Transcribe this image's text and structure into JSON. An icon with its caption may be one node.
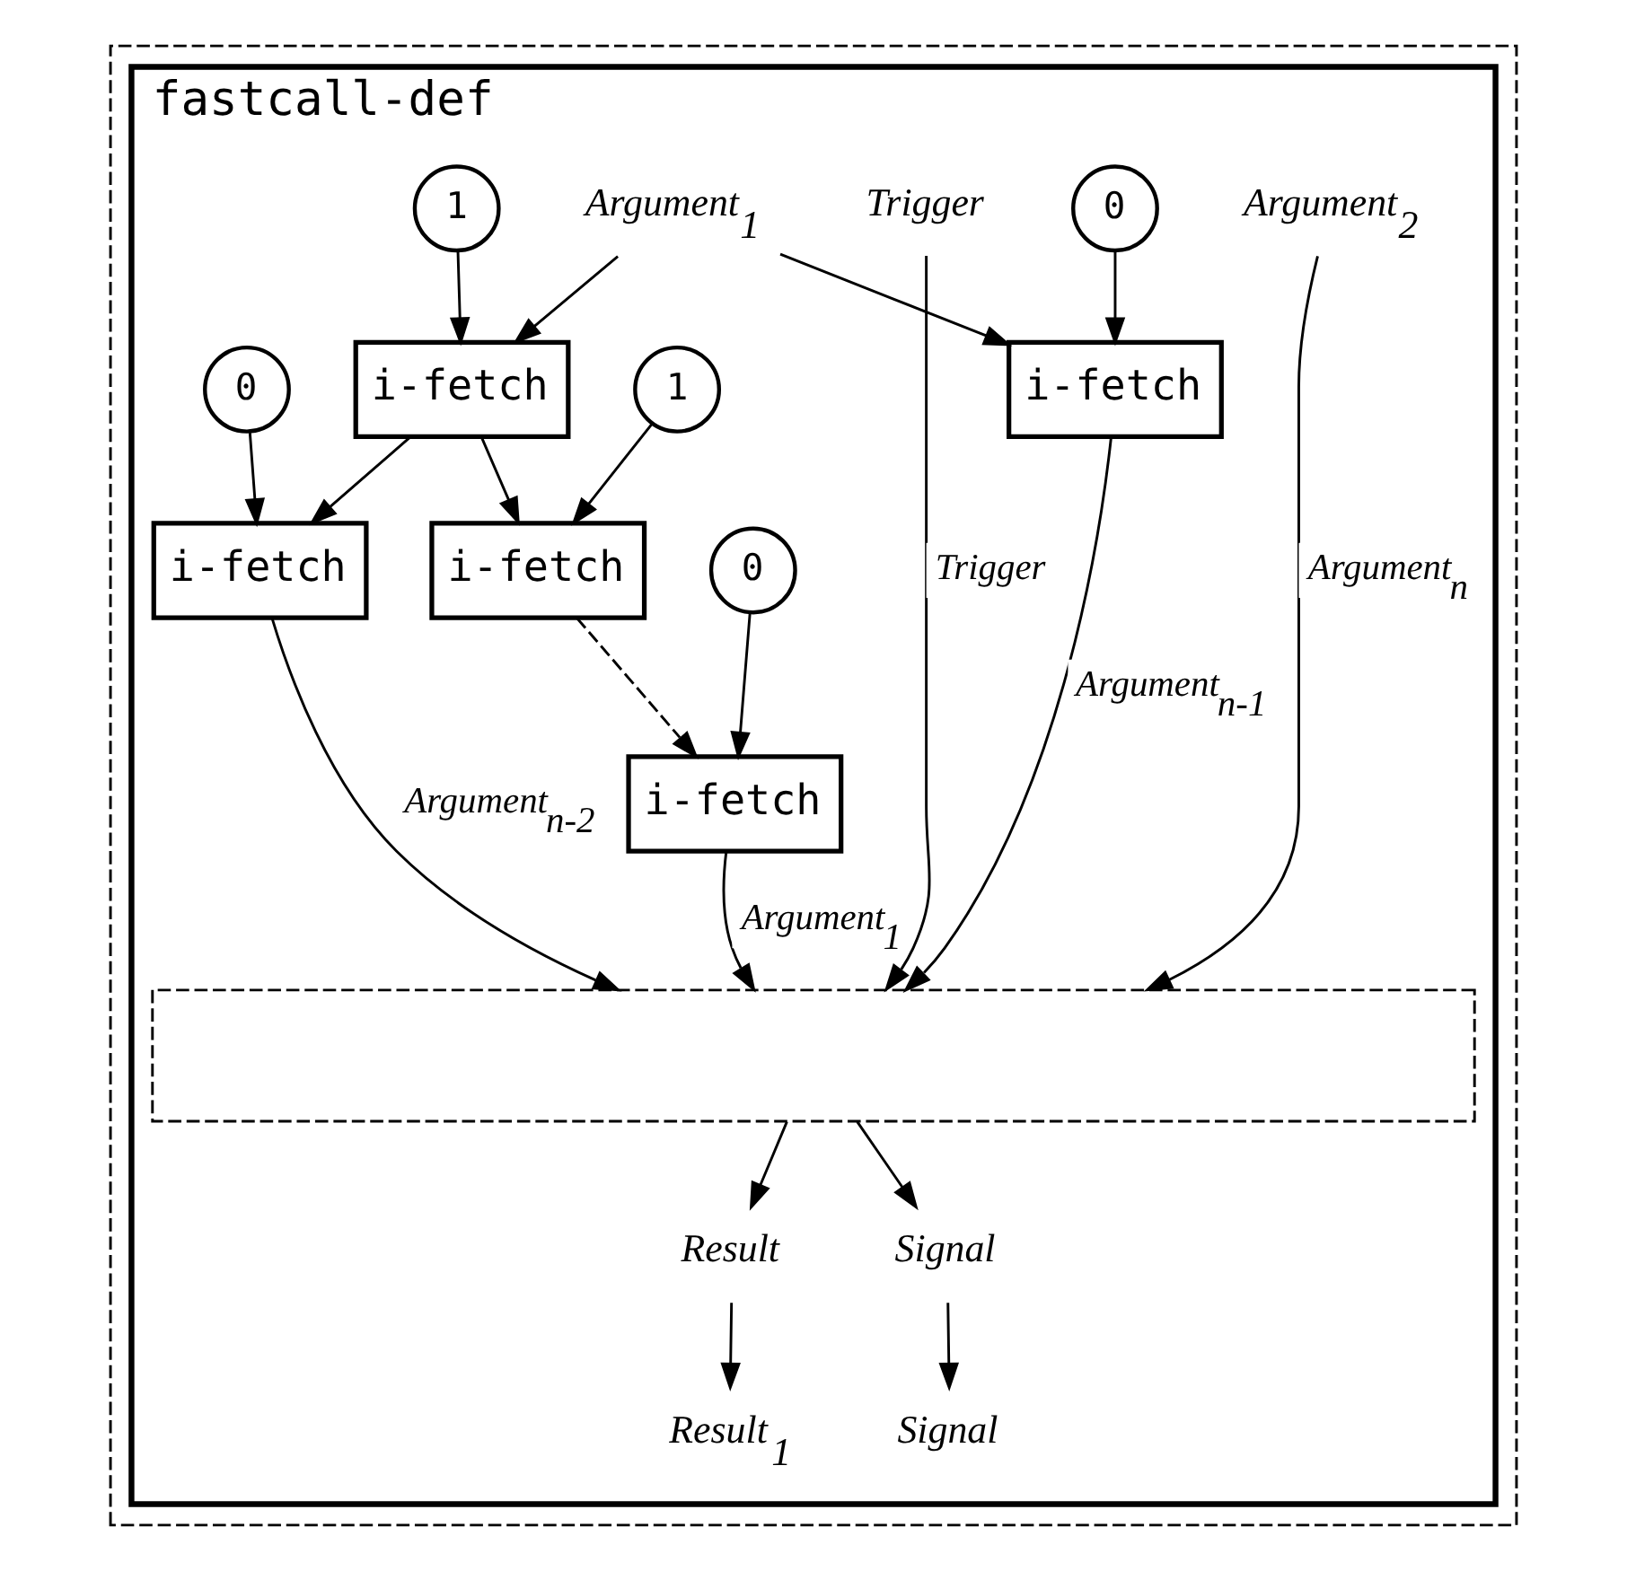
{
  "diagram": {
    "nodes": [
      {
        "text": [],
        "shape": "box"
      },
      {
        "text": [
          "fastcall-def"
        ],
        "in": 0
      },
      {
        "text": [
          "Argument$_{1}$"
        ],
        "in": 1
      },
      {
        "text": [
          "Argument$_{2}$"
        ],
        "in": 1
      },
      {
        "text": [
          "Trigger"
        ],
        "in": 1
      },
      {
        "text": [
          "1"
        ],
        "in": 1
      },
      {
        "text": [
          "i-fetch"
        ],
        "in": 1
      },
      {
        "text": [
          "0"
        ],
        "in": 1
      },
      {
        "text": [
          "i-fetch"
        ],
        "in": 1
      },
      {
        "text": [
          "1"
        ],
        "in": 1
      },
      {
        "text": [
          "i-fetch"
        ],
        "in": 1
      },
      {
        "text": [
          "0"
        ],
        "in": 1
      },
      {
        "text": [
          "i-fetch"
        ],
        "in": 1
      },
      {
        "text": [
          "0"
        ],
        "in": 1
      },
      {
        "text": [
          "i-fetch"
        ],
        "in": 1
      },
      {
        "text": [],
        "shape": "box",
        "in": 1
      },
      {
        "text": [
          "Result"
        ],
        "in": 1
      },
      {
        "text": [
          "Signal"
        ],
        "in": 1
      },
      {
        "text": [
          "Result$_{1}$"
        ],
        "in": 1
      },
      {
        "text": [
          "Signal"
        ],
        "in": 1
      }
    ],
    "edges": [
      {
        "from": 2,
        "to": 6,
        "arrow": "to"
      },
      {
        "from": 2,
        "to": 8,
        "arrow": "to"
      },
      {
        "from": 5,
        "to": 6,
        "arrow": "to"
      },
      {
        "from": 7,
        "to": 8,
        "arrow": "to"
      },
      {
        "from": 6,
        "to": 10,
        "arrow": "to"
      },
      {
        "from": 6,
        "to": 12,
        "arrow": "to"
      },
      {
        "from": 9,
        "to": 10,
        "arrow": "to"
      },
      {
        "from": 11,
        "to": 12,
        "arrow": "to"
      },
      {
        "from": 10,
        "to": 14,
        "arrow": "to",
        "style": "dashed"
      },
      {
        "from": 13,
        "to": 14,
        "arrow": "to"
      },
      {
        "from": 14,
        "to": 15,
        "arrow": "to",
        "label": "Argument$_{1}$"
      },
      {
        "from": 12,
        "to": 15,
        "arrow": "to",
        "label": "Argument$_{n-2}$"
      },
      {
        "from": 8,
        "to": 15,
        "arrow": "to",
        "label": "Argument$_{n-1}$"
      },
      {
        "from": 3,
        "to": 15,
        "arrow": "to",
        "label": "Argument$_{n}$"
      },
      {
        "from": 4,
        "to": 15,
        "arrow": "to",
        "label": "Trigger"
      },
      {
        "from": 15,
        "to": 16,
        "arrow": "to"
      },
      {
        "from": 15,
        "to": 17,
        "arrow": "to"
      },
      {
        "from": 16,
        "to": 18,
        "arrow": "to"
      },
      {
        "from": 17,
        "to": 19,
        "arrow": "to"
      }
    ]
  }
}
